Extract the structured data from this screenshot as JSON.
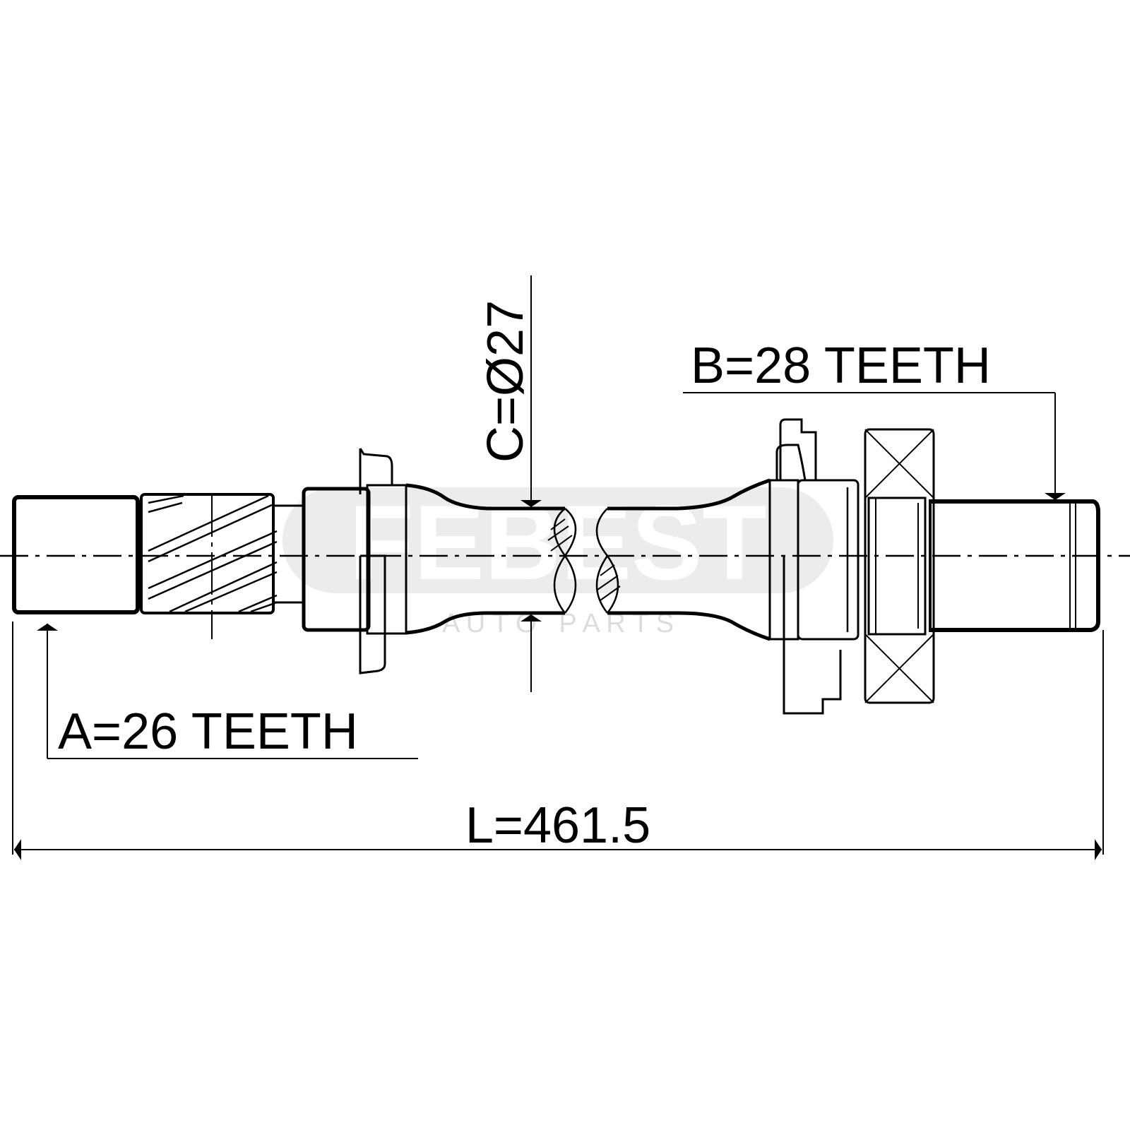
{
  "diagram": {
    "label_a": "A=26 TEETH",
    "label_b": "B=28 TEETH",
    "label_c": "C=Ø27",
    "label_l": "L=461.5"
  },
  "watermark": {
    "brand": "FEBEST",
    "tagline": "A U T O   P A R T S"
  },
  "colors": {
    "line": "#000000",
    "watermark": "#e4e4e4"
  }
}
